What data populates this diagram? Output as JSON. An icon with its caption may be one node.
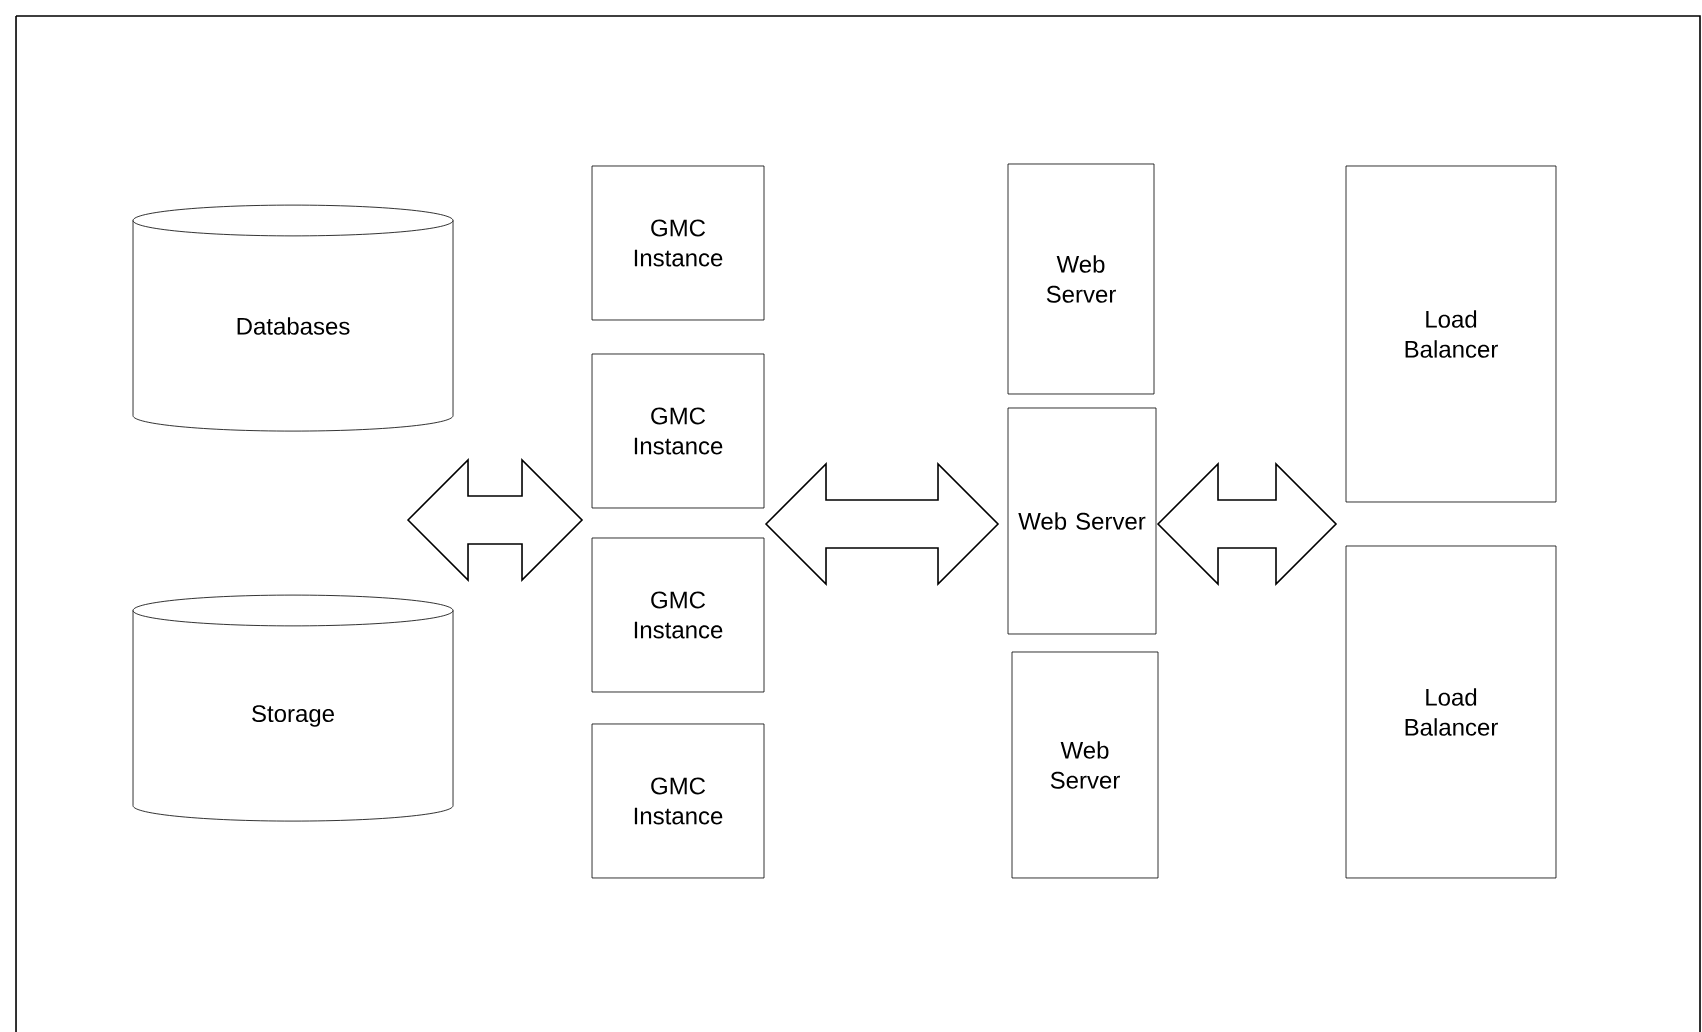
{
  "diagram": {
    "nodes": [
      {
        "text": [
          "Databases"
        ]
      },
      {
        "text": [
          "Storage"
        ]
      },
      {
        "text": [
          "GMC Instance"
        ]
      },
      {
        "text": [
          "GMC Instance"
        ]
      },
      {
        "text": [
          "GMC Instance"
        ]
      },
      {
        "text": [
          "GMC Instance"
        ]
      },
      {
        "text": [
          "Web Server"
        ]
      },
      {
        "text": [
          "Web Server"
        ]
      },
      {
        "text": [
          "Web Server"
        ]
      },
      {
        "text": [
          "Load Balancer"
        ]
      },
      {
        "text": [
          "Load Balancer"
        ]
      }
    ],
    "edges": [
      {
        "from": 0,
        "to": 3,
        "arrow": "both"
      },
      {
        "from": 3,
        "to": 7,
        "arrow": "both"
      },
      {
        "from": 7,
        "to": 9,
        "arrow": "both"
      }
    ]
  }
}
